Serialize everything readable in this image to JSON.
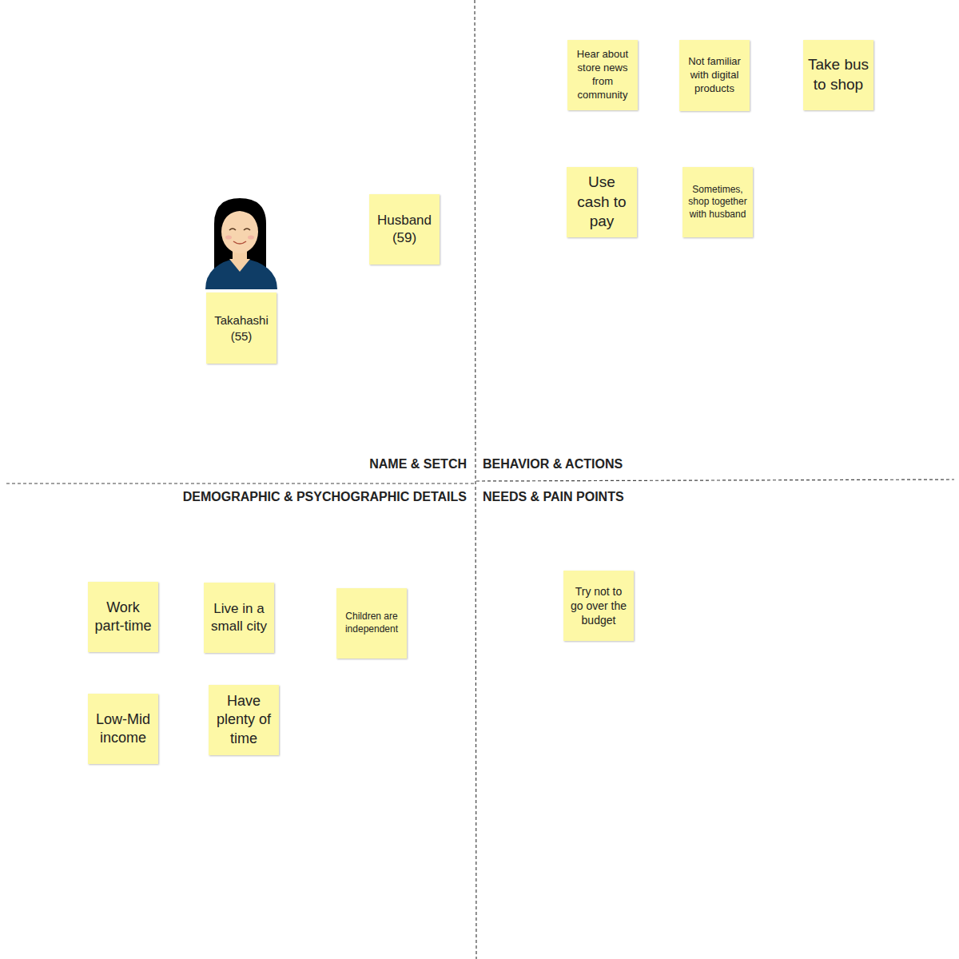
{
  "diagram": {
    "nodes": [
      {
        "text": [
          "Takahashi (55)"
        ]
      },
      {
        "text": [
          "Husband (59)"
        ]
      },
      {
        "text": [
          "Hear about store news from community"
        ]
      },
      {
        "text": [
          "Not familiar with digital products"
        ]
      },
      {
        "text": [
          "Take bus to shop"
        ]
      },
      {
        "text": [
          "Use cash to pay"
        ]
      },
      {
        "text": [
          "Sometimes, shop together with husband"
        ]
      },
      {
        "text": [
          "Work part-time"
        ]
      },
      {
        "text": [
          "Live in a small city"
        ]
      },
      {
        "text": [
          "Children are independent"
        ]
      },
      {
        "text": [
          "Low-Mid income"
        ]
      },
      {
        "text": [
          "Have plenty of time"
        ]
      },
      {
        "text": [
          "Try not to go over the budget"
        ]
      }
    ],
    "edges": [],
    "labels": [
      "NAME & SETCH",
      "BEHAVIOR & ACTIONS",
      "DEMOGRAPHIC & PSYCHOGRAPHIC DETAILS",
      "NEEDS & PAIN POINTS"
    ]
  }
}
